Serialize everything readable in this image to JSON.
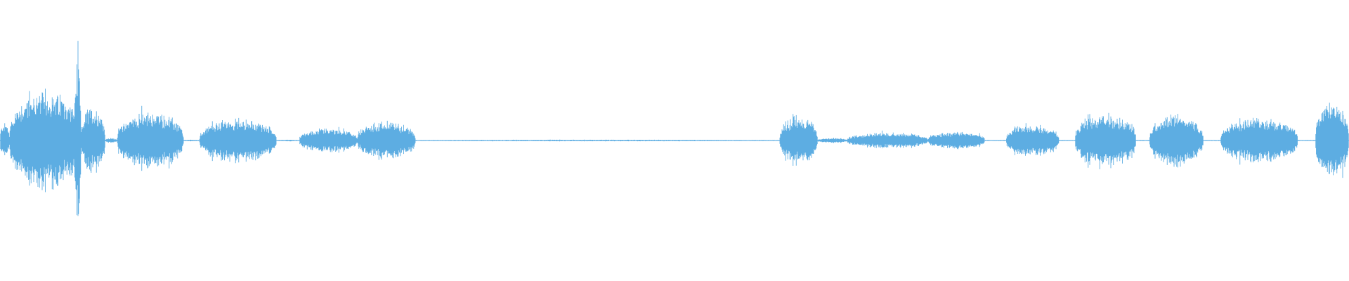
{
  "waveform": {
    "color": "#5DADE2",
    "background": "#FFFFFF",
    "duration_fraction_note": "",
    "segments": [
      {
        "start": 0.0,
        "end": 0.007,
        "peak": 0.22
      },
      {
        "start": 0.007,
        "end": 0.06,
        "peak": 0.62
      },
      {
        "start": 0.055,
        "end": 0.06,
        "peak": 0.97
      },
      {
        "start": 0.06,
        "end": 0.078,
        "peak": 0.42
      },
      {
        "start": 0.078,
        "end": 0.087,
        "peak": 0.03
      },
      {
        "start": 0.087,
        "end": 0.136,
        "peak": 0.35
      },
      {
        "start": 0.136,
        "end": 0.148,
        "peak": 0.01
      },
      {
        "start": 0.148,
        "end": 0.205,
        "peak": 0.27
      },
      {
        "start": 0.205,
        "end": 0.222,
        "peak": 0.01
      },
      {
        "start": 0.222,
        "end": 0.265,
        "peak": 0.15
      },
      {
        "start": 0.265,
        "end": 0.308,
        "peak": 0.24
      },
      {
        "start": 0.308,
        "end": 0.578,
        "peak": 0.01
      },
      {
        "start": 0.578,
        "end": 0.606,
        "peak": 0.3
      },
      {
        "start": 0.606,
        "end": 0.628,
        "peak": 0.03
      },
      {
        "start": 0.628,
        "end": 0.688,
        "peak": 0.1
      },
      {
        "start": 0.688,
        "end": 0.73,
        "peak": 0.11
      },
      {
        "start": 0.746,
        "end": 0.785,
        "peak": 0.2
      },
      {
        "start": 0.797,
        "end": 0.842,
        "peak": 0.34
      },
      {
        "start": 0.852,
        "end": 0.892,
        "peak": 0.32
      },
      {
        "start": 0.905,
        "end": 0.962,
        "peak": 0.29
      },
      {
        "start": 0.975,
        "end": 1.0,
        "peak": 0.5
      }
    ]
  }
}
